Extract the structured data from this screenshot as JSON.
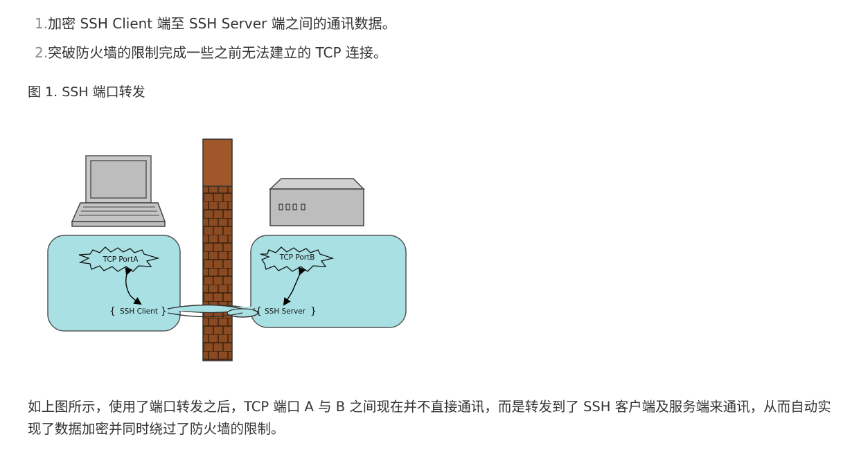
{
  "list": {
    "items": [
      {
        "num": "1.",
        "text": "加密 SSH Client 端至 SSH Server 端之间的通讯数据。"
      },
      {
        "num": "2.",
        "text": "突破防火墙的限制完成一些之前无法建立的 TCP 连接。"
      }
    ]
  },
  "figure": {
    "caption": "图 1. SSH 端口转发",
    "labels": {
      "port_a": "TCP PortA",
      "port_b": "TCP PortB",
      "client": "SSH Client",
      "server": "SSH Server"
    },
    "colors": {
      "zone_fill": "#a9e0e3",
      "wall_top": "#a0582a",
      "brick": "#8a4a22",
      "device_gray": "#bdbdbd"
    }
  },
  "paragraph": {
    "text": "如上图所示，使用了端口转发之后，TCP 端口 A 与 B 之间现在并不直接通讯，而是转发到了 SSH 客户端及服务端来通讯，从而自动实现了数据加密并同时绕过了防火墙的限制。"
  }
}
